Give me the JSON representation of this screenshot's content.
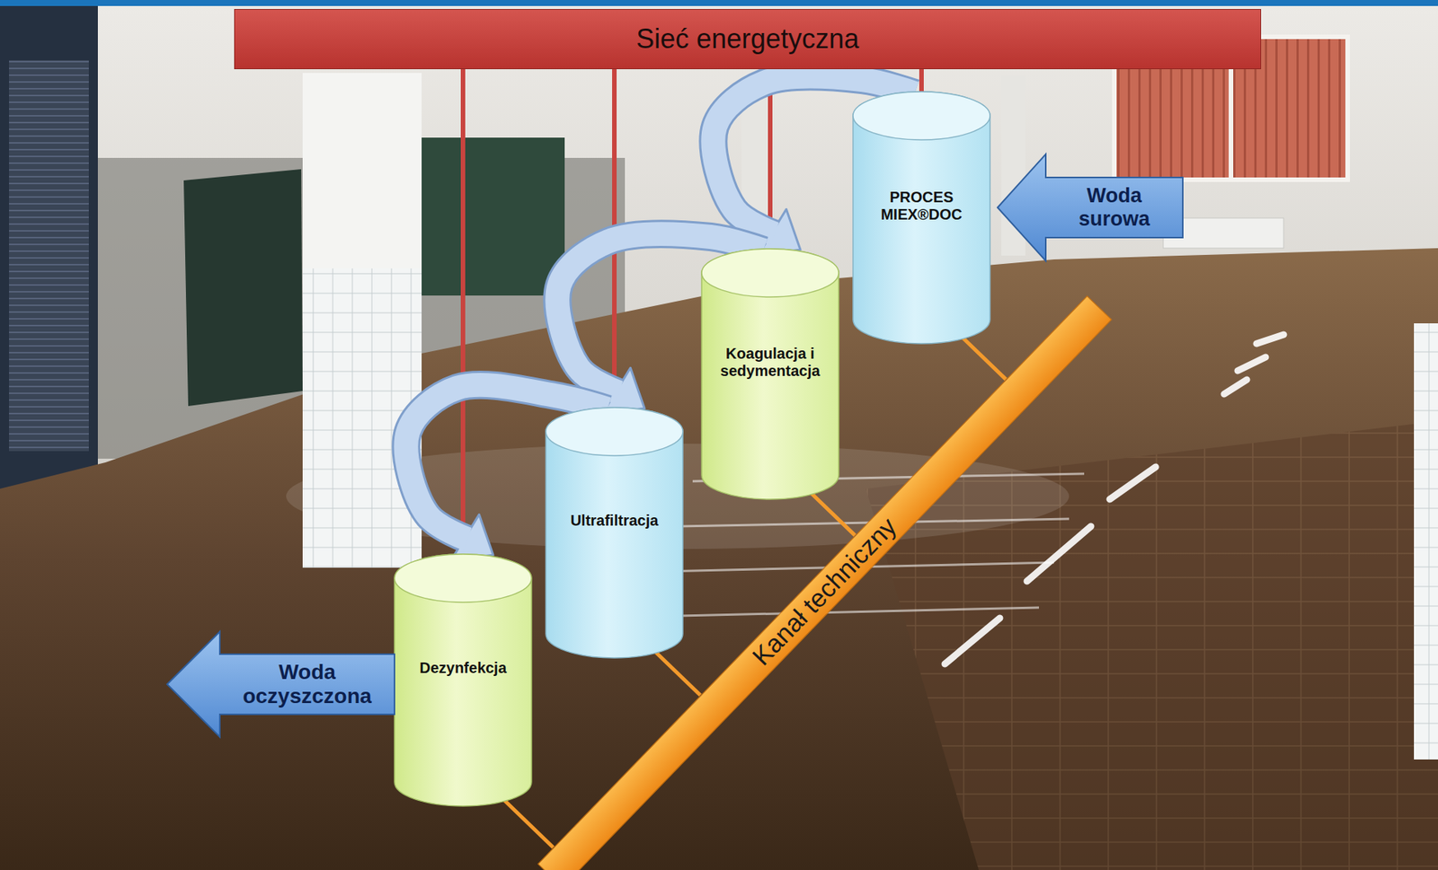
{
  "diagram": {
    "nodes": [
      {
        "text": [
          "Sieć energetyczna"
        ]
      },
      {
        "text": [
          "Woda surowa"
        ]
      },
      {
        "text": [
          "PROCES MIEX®DOC"
        ]
      },
      {
        "text": [
          "Koagulacja i sedymentacja"
        ]
      },
      {
        "text": [
          "Ultrafiltracja"
        ]
      },
      {
        "text": [
          "Dezynfekcja"
        ]
      },
      {
        "text": [
          "Woda oczyszczona"
        ]
      },
      {
        "text": [
          "Kanał techniczny"
        ]
      }
    ],
    "edges": [
      {
        "from": 0,
        "to": 2,
        "arrow": "none"
      },
      {
        "from": 0,
        "to": 3,
        "arrow": "none"
      },
      {
        "from": 0,
        "to": 4,
        "arrow": "none"
      },
      {
        "from": 0,
        "to": 5,
        "arrow": "none"
      },
      {
        "from": 2,
        "to": 7,
        "arrow": "none"
      },
      {
        "from": 3,
        "to": 7,
        "arrow": "none"
      },
      {
        "from": 4,
        "to": 7,
        "arrow": "none"
      },
      {
        "from": 5,
        "to": 7,
        "arrow": "none"
      },
      {
        "from": 2,
        "to": 3,
        "arrow": "to"
      },
      {
        "from": 3,
        "to": 4,
        "arrow": "to"
      },
      {
        "from": 4,
        "to": 5,
        "arrow": "to"
      }
    ]
  }
}
